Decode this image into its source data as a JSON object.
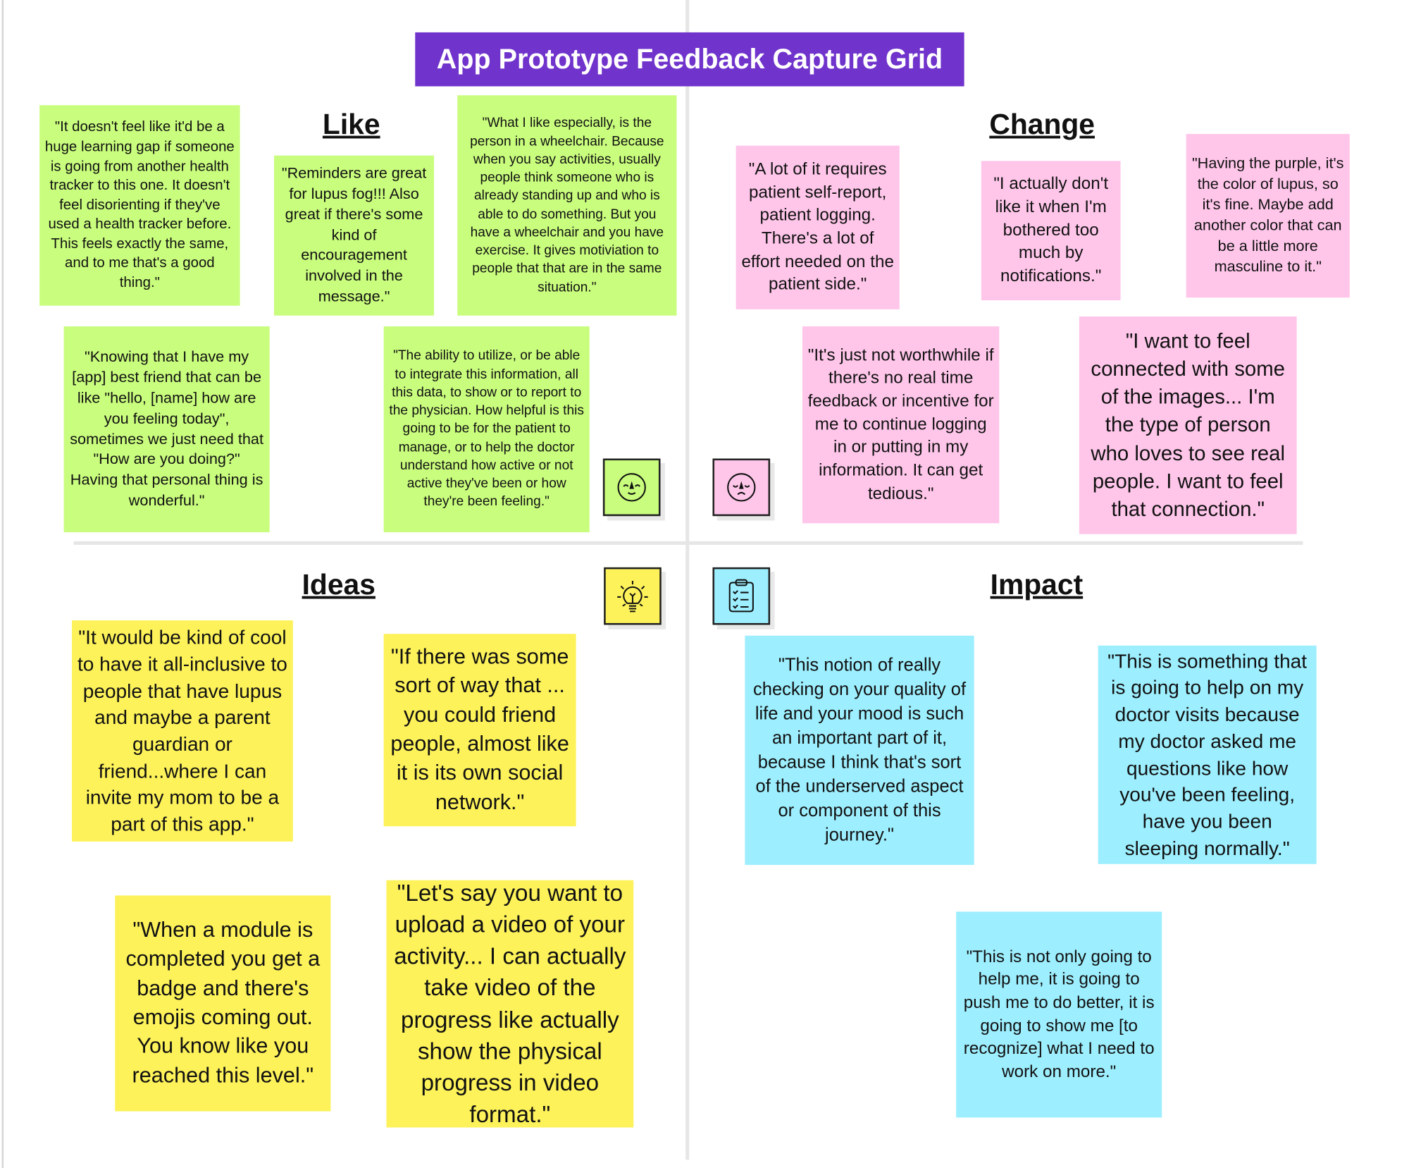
{
  "title": "App Prototype Feedback Capture Grid",
  "headings": {
    "like": "Like",
    "change": "Change",
    "ideas": "Ideas",
    "impact": "Impact"
  },
  "colors": {
    "title": "#7033cc",
    "like": "#c9fd7d",
    "change": "#ffc6ea",
    "ideas": "#fdf25a",
    "impact": "#9deefe"
  },
  "icons": {
    "like": "smiling-face-icon",
    "change": "sad-face-icon",
    "ideas": "lightbulb-icon",
    "impact": "clipboard-checklist-icon"
  },
  "like": [
    "\"It doesn't feel like it'd be a huge learning gap if someone is going from another health tracker to this one. It doesn't feel disorienting if they've used a health tracker before. This feels exactly the same, and to me that's a good thing.\"",
    "\"Reminders are great for lupus fog!!! Also great if there's some kind of encouragement involved in the message.\"",
    "\"What I like especially, is the person in a wheelchair. Because when you say activities, usually people think someone who is already standing up and who is able to do something. But you have a wheelchair and you have exercise. It gives motiviation to people that that are in the same situation.\"",
    "\"Knowing that I have my [app] best friend that can be like \"hello, [name] how are you feeling today\", sometimes we just need that \"How are you doing?\" Having that personal thing is wonderful.\"",
    "\"The ability to utilize, or be able to integrate this information, all this data, to show or to report to the physician. How helpful is this going to be for the patient to manage, or to help the doctor understand how active or not active they've been or how they're been feeling.\""
  ],
  "change": [
    "\"A lot of it requires patient self-report, patient logging. There's a lot of effort needed on the patient side.\"",
    "\"I actually don't like it when I'm bothered too much by notifications.\"",
    "\"Having the purple, it's the color of lupus, so it's fine. Maybe add another color that can be a little more masculine to it.\"",
    "\"It's just not worthwhile if there's no real time feedback or incentive for me to continue logging in or putting in my information. It can get tedious.\"",
    "\"I want to feel connected with some of the images... I'm the type of person who loves to see real people. I want to feel that connection.\""
  ],
  "ideas": [
    "\"It would be kind of cool to have it all-inclusive to people that have lupus and maybe a parent guardian or friend...where I can invite my mom to be a part of this app.\"",
    "\"If there was some sort of way that ... you could friend people, almost like it is its own social network.\"",
    "\"When a module is completed you get a badge and  there's emojis coming out. You know like you reached this level.\"",
    "\"Let's say you want to upload a video of your activity... I can actually take video of the progress like actually show the physical progress in video format.\""
  ],
  "impact": [
    "\"This notion of really checking on your quality of life and your mood is such an important part of it, because I think that's sort of the underserved aspect or component of this journey.\"",
    "\"This is something that is going to help on my doctor visits because my doctor asked me questions like how you've been feeling, have you been sleeping normally.\"",
    "\"This is not only going to help me, it is going to push me to do better, it is going to show me [to recognize] what I need to work on more.\""
  ]
}
